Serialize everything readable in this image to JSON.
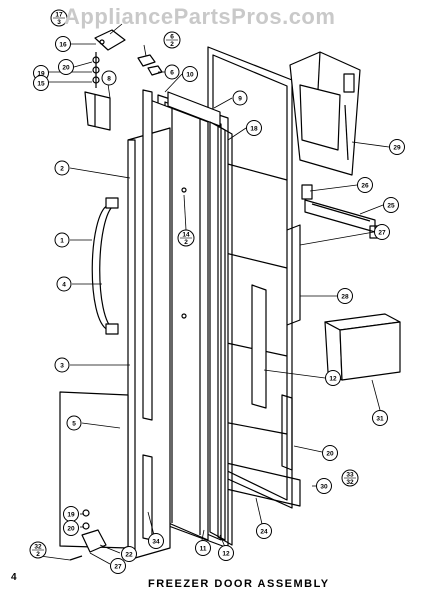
{
  "watermark": "AppliancePartsPros.com",
  "caption": "FREEZER DOOR ASSEMBLY",
  "page_number": "4",
  "callouts": [
    {
      "id": "c17",
      "text": "17",
      "sub": "3"
    },
    {
      "id": "c16",
      "text": "16"
    },
    {
      "id": "c6a",
      "text": "6",
      "sub": "2"
    },
    {
      "id": "c20a",
      "text": "20"
    },
    {
      "id": "c19a",
      "text": "19"
    },
    {
      "id": "c15",
      "text": "15"
    },
    {
      "id": "c8",
      "text": "8"
    },
    {
      "id": "c6b",
      "text": "6"
    },
    {
      "id": "c10a",
      "text": "10"
    },
    {
      "id": "c9",
      "text": "9"
    },
    {
      "id": "c18",
      "text": "18"
    },
    {
      "id": "c29",
      "text": "29"
    },
    {
      "id": "c2",
      "text": "2"
    },
    {
      "id": "c26",
      "text": "26"
    },
    {
      "id": "c25",
      "text": "25"
    },
    {
      "id": "c14",
      "text": "14",
      "sub": "2"
    },
    {
      "id": "c27a",
      "text": "27"
    },
    {
      "id": "c1",
      "text": "1"
    },
    {
      "id": "c4",
      "text": "4"
    },
    {
      "id": "c28",
      "text": "28"
    },
    {
      "id": "c3",
      "text": "3"
    },
    {
      "id": "c12a",
      "text": "12"
    },
    {
      "id": "c31",
      "text": "31"
    },
    {
      "id": "c5",
      "text": "5"
    },
    {
      "id": "c20b",
      "text": "20"
    },
    {
      "id": "c33",
      "text": "33",
      "sub": "32"
    },
    {
      "id": "c19b",
      "text": "19"
    },
    {
      "id": "c20c",
      "text": "20"
    },
    {
      "id": "c24",
      "text": "24"
    },
    {
      "id": "c30",
      "text": "30"
    },
    {
      "id": "c34",
      "text": "34"
    },
    {
      "id": "c11",
      "text": "11"
    },
    {
      "id": "c12b",
      "text": "12"
    },
    {
      "id": "c32",
      "text": "32",
      "sub": "2"
    },
    {
      "id": "c22",
      "text": "22"
    },
    {
      "id": "c27b",
      "text": "27"
    }
  ]
}
